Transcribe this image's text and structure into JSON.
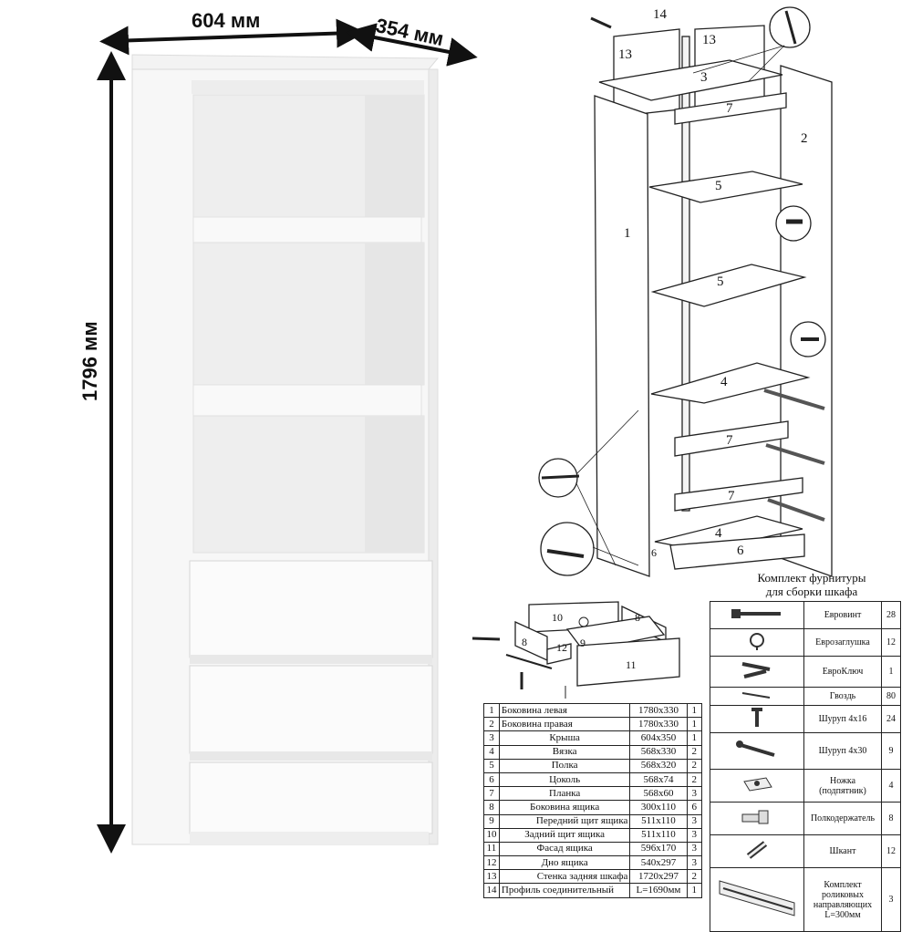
{
  "dimensions": {
    "width": "604 мм",
    "depth": "354 мм",
    "height": "1796 мм"
  },
  "part_numbers": [
    "14",
    "13",
    "13",
    "3",
    "7",
    "2",
    "1",
    "5",
    "5",
    "4",
    "7",
    "7",
    "4",
    "6",
    "6",
    "8",
    "10",
    "8",
    "12",
    "9",
    "11"
  ],
  "hardware": {
    "title_line1": "Комплект фурнитуры",
    "title_line2": "для сборки шкафа",
    "items": [
      {
        "name": "Евровинт",
        "qty": "28",
        "icon": "eurobolt-icon"
      },
      {
        "name": "Еврозаглушка",
        "qty": "12",
        "icon": "cap-icon"
      },
      {
        "name": "Ключ",
        "prefix": "Евро",
        "qty": "1",
        "icon": "hex-key-icon"
      },
      {
        "name": "Гвоздь",
        "qty": "80",
        "icon": "nail-icon"
      },
      {
        "name": "Шуруп 4х16",
        "qty": "24",
        "icon": "short-screw-icon"
      },
      {
        "name": "Шуруп 4х30",
        "qty": "9",
        "icon": "long-screw-icon"
      },
      {
        "name": "Ножка (подпятник)",
        "qty": "4",
        "icon": "foot-icon"
      },
      {
        "name": "Полкодержатель",
        "qty": "8",
        "icon": "shelf-pin-icon"
      },
      {
        "name": "Шкант",
        "qty": "12",
        "icon": "dowel-icon"
      },
      {
        "name": "Комплект роликовых направляющих L=300мм",
        "qty": "3",
        "icon": "drawer-rail-icon"
      }
    ]
  },
  "parts": [
    [
      "1",
      "Боковина левая",
      "1780х330",
      "1"
    ],
    [
      "2",
      "Боковина правая",
      "1780х330",
      "1"
    ],
    [
      "3",
      "Крыша",
      "604х350",
      "1"
    ],
    [
      "4",
      "Вязка",
      "568х330",
      "2"
    ],
    [
      "5",
      "Полка",
      "568х320",
      "2"
    ],
    [
      "6",
      "Цоколь",
      "568х74",
      "2"
    ],
    [
      "7",
      "Планка",
      "568х60",
      "3"
    ],
    [
      "8",
      "Боковина ящика",
      "300х110",
      "6"
    ],
    [
      "9",
      "Передний щит ящика",
      "511х110",
      "3"
    ],
    [
      "10",
      "Задний щит ящика",
      "511х110",
      "3"
    ],
    [
      "11",
      "Фасад ящика",
      "596х170",
      "3"
    ],
    [
      "12",
      "Дно ящика",
      "540х297",
      "3"
    ],
    [
      "13",
      "Стенка задняя шкафа",
      "1720х297",
      "2"
    ],
    [
      "14",
      "Профиль соединительный",
      "L=1690мм",
      "1"
    ]
  ]
}
